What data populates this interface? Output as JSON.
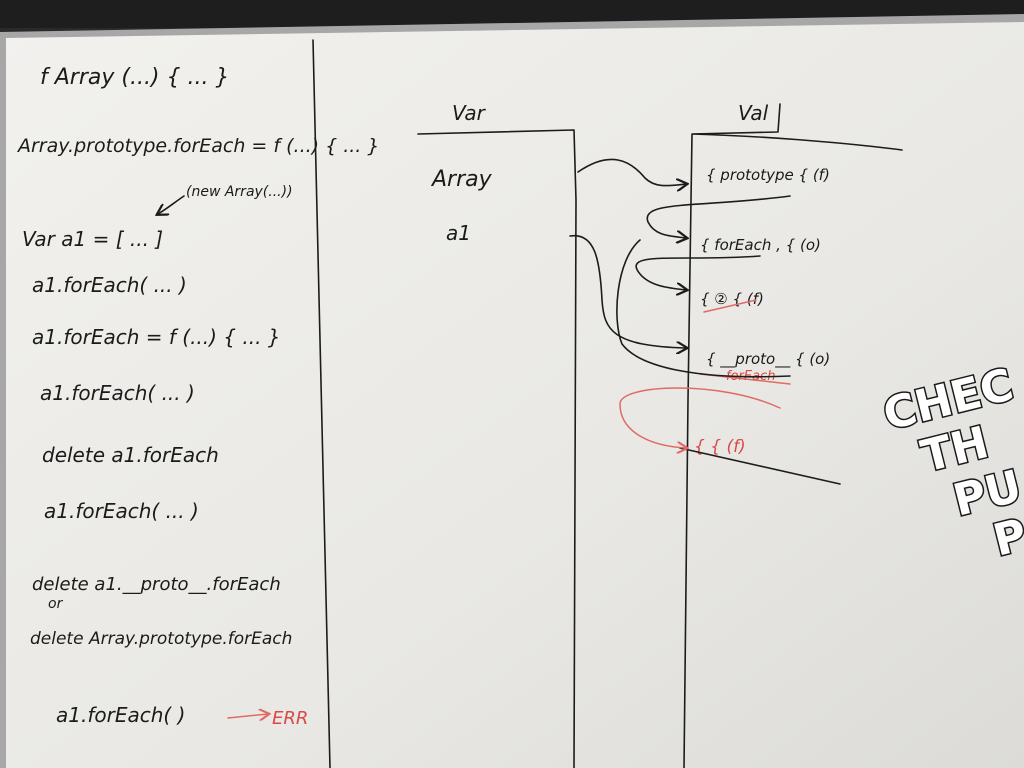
{
  "left_column": {
    "lines": [
      "f Array (...) { ... }",
      "Array.prototype.forEach = f (...) { ... }",
      "(new Array(...))",
      "Var a1 = [ ... ]",
      "a1.forEach( ... )",
      "a1.forEach = f (...) { ... }",
      "a1.forEach( ... )",
      "delete a1.forEach",
      "a1.forEach( ... )",
      "delete a1.__proto__.forEach",
      "or",
      "delete Array.prototype.forEach",
      "a1.forEach( )"
    ],
    "err_label": "ERR"
  },
  "var_table": {
    "header": "Var",
    "rows": [
      "Array",
      "a1"
    ]
  },
  "val_table": {
    "header": "Val",
    "rows": [
      "{ prototype { (f)",
      "{ forEach , { (o)",
      "{ ② { (f)",
      "{ __proto__ { (o)",
      "{ { (f)"
    ],
    "struck_label": "forEach"
  },
  "poster_text": [
    "CHEC",
    "TH",
    "PU",
    "P"
  ],
  "colors": {
    "board": "#eceae6",
    "frame": "#9a9a9a",
    "ink": "#1c1c1c",
    "red_ink": "#e06a66"
  }
}
